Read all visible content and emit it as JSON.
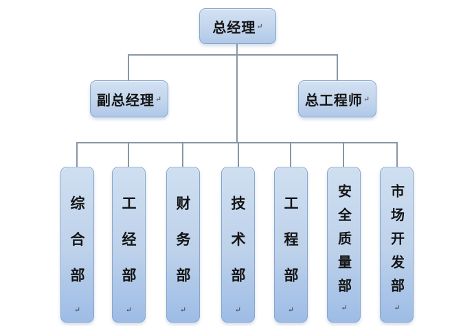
{
  "diagram": {
    "type": "org-chart",
    "title": "company organization structure",
    "root": {
      "label": "总经理"
    },
    "level2": [
      {
        "label": "副总经理"
      },
      {
        "label": "总工程师"
      }
    ],
    "departments": [
      {
        "label": "综合部"
      },
      {
        "label": "工经部"
      },
      {
        "label": "财务部"
      },
      {
        "label": "技术部"
      },
      {
        "label": "工程部"
      },
      {
        "label": "安全质量部"
      },
      {
        "label": "市场开发部"
      }
    ],
    "return_mark": "↵"
  },
  "colors": {
    "bg": "#ffffff",
    "line": "#8796a6",
    "box-border": "#89a6cc",
    "fill-top": "#cfdff1",
    "fill-mid": "#bdd1ea",
    "fill-bot": "#9dbce6",
    "text": "#141414",
    "mark": "#3a3a3a"
  }
}
